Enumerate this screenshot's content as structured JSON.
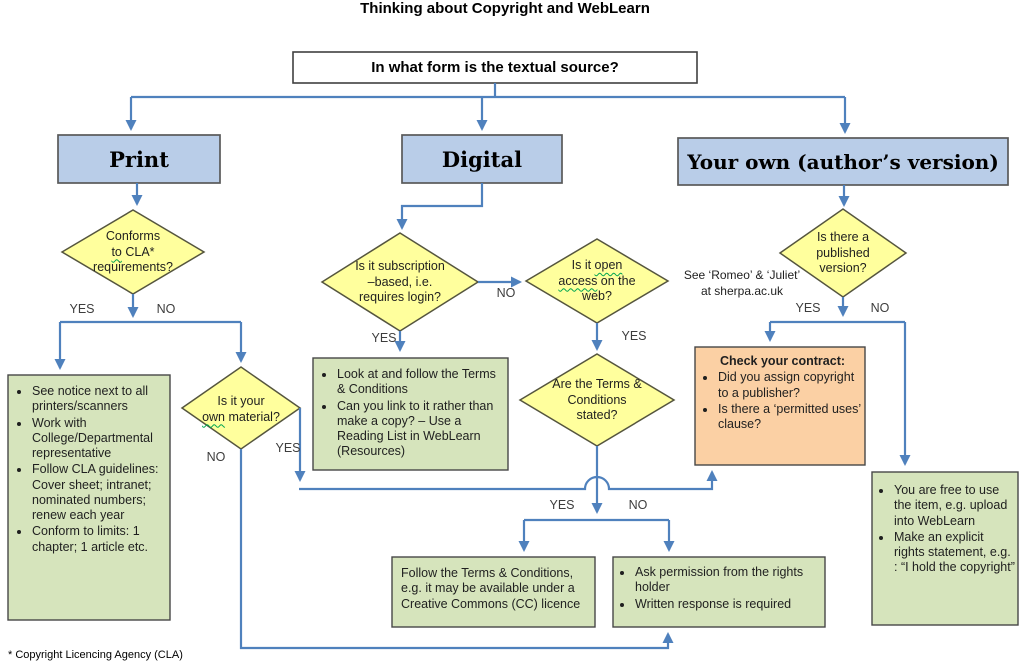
{
  "title": "Thinking about Copyright and WebLearn",
  "root": {
    "question": "In what form is the textual source?"
  },
  "branches": {
    "print": "Print",
    "digital": "Digital",
    "own": "Your own (author’s version)"
  },
  "labels": {
    "yes": "YES",
    "no": "NO"
  },
  "decisions": {
    "cla": {
      "l1": "Conforms",
      "l2_sq": "to",
      "l2_rest": " CLA*",
      "l3": "requirements?"
    },
    "own_material": {
      "l1": "Is it your",
      "l2_sq": "own",
      "l2_rest": " material?"
    },
    "subscription": {
      "l1": "Is it subscription",
      "l2": "–based, i.e.",
      "l3": "requires login?"
    },
    "open_access": {
      "l1_pre": "Is it ",
      "l1_sq": "open",
      "l2_sq": "access",
      "l2_rest": " on the",
      "l3": "web?"
    },
    "terms_stated": {
      "l1": "Are the Terms &",
      "l2": "Conditions",
      "l3": "stated?"
    },
    "published": {
      "l1": "Is there a",
      "l2": "published",
      "l3": "version?"
    }
  },
  "boxes": {
    "print_guidelines": {
      "bullets": [
        "See notice next to all printers/scanners",
        "Work with College/Departmental representative",
        "Follow CLA guidelines: Cover sheet; intranet; nominated numbers; renew each year",
        "Conform to limits: 1 chapter; 1 article etc."
      ]
    },
    "digital_terms": {
      "bullets": [
        "Look at and follow the Terms & Conditions",
        "Can you link to it rather than make a copy? – Use a Reading List in WebLearn (Resources)"
      ]
    },
    "follow_terms": {
      "text": "Follow the Terms & Conditions, e.g. it may be available under a Creative Commons (CC) licence"
    },
    "ask_permission": {
      "bullets": [
        "Ask permission from the rights holder",
        "Written response is required"
      ]
    },
    "free_to_use": {
      "bullets": [
        "You are free to use the item, e.g. upload into WebLearn",
        "Make an explicit rights statement, e.g. : “I hold the copyright”"
      ]
    },
    "check_contract": {
      "heading": "Check your contract:",
      "bullets": [
        "Did you assign copyright to a publisher?",
        "Is there a ‘permitted uses’ clause?"
      ]
    }
  },
  "notes": {
    "sherpa_line1": "See ‘Romeo’ & ‘Juliet’",
    "sherpa_line2": "at sherpa.ac.uk",
    "footnote": "* Copyright Licencing Agency (CLA)"
  },
  "colors": {
    "connector": "#4f81bd",
    "blue_box": "#b9cde8",
    "green_box": "#d6e4bc",
    "orange_box": "#fbd0a4",
    "yellow_diamond": "#ffff9d"
  }
}
